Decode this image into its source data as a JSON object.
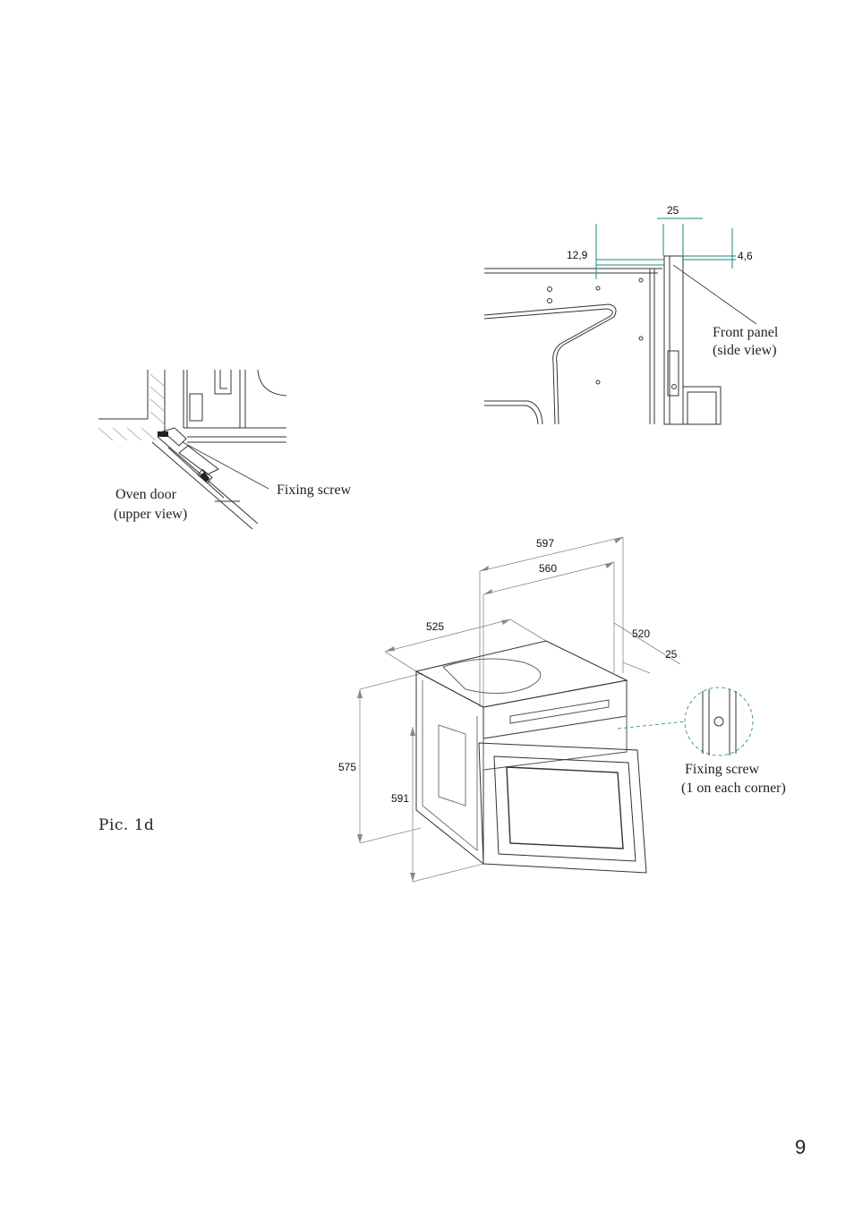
{
  "labels": {
    "front_panel_line1": "Front panel",
    "front_panel_line2": "(side view)",
    "oven_door_line1": "Oven door",
    "oven_door_line2": "(upper view)",
    "fixing_screw_left": "Fixing screw",
    "fixing_screw_right_line1": "Fixing screw",
    "fixing_screw_right_line2": "(1 on each corner)"
  },
  "dimensions": {
    "side_top_width": "25",
    "side_left": "12,9",
    "side_right": "4,6",
    "width_597": "597",
    "width_560": "560",
    "depth_525": "525",
    "depth_520": "520",
    "depth_25": "25",
    "height_575": "575",
    "height_591": "591"
  },
  "caption": "Pic. 1d",
  "page_number": "9",
  "colors": {
    "dimension_line": "#1a8a7a",
    "drawing": "#333333"
  }
}
